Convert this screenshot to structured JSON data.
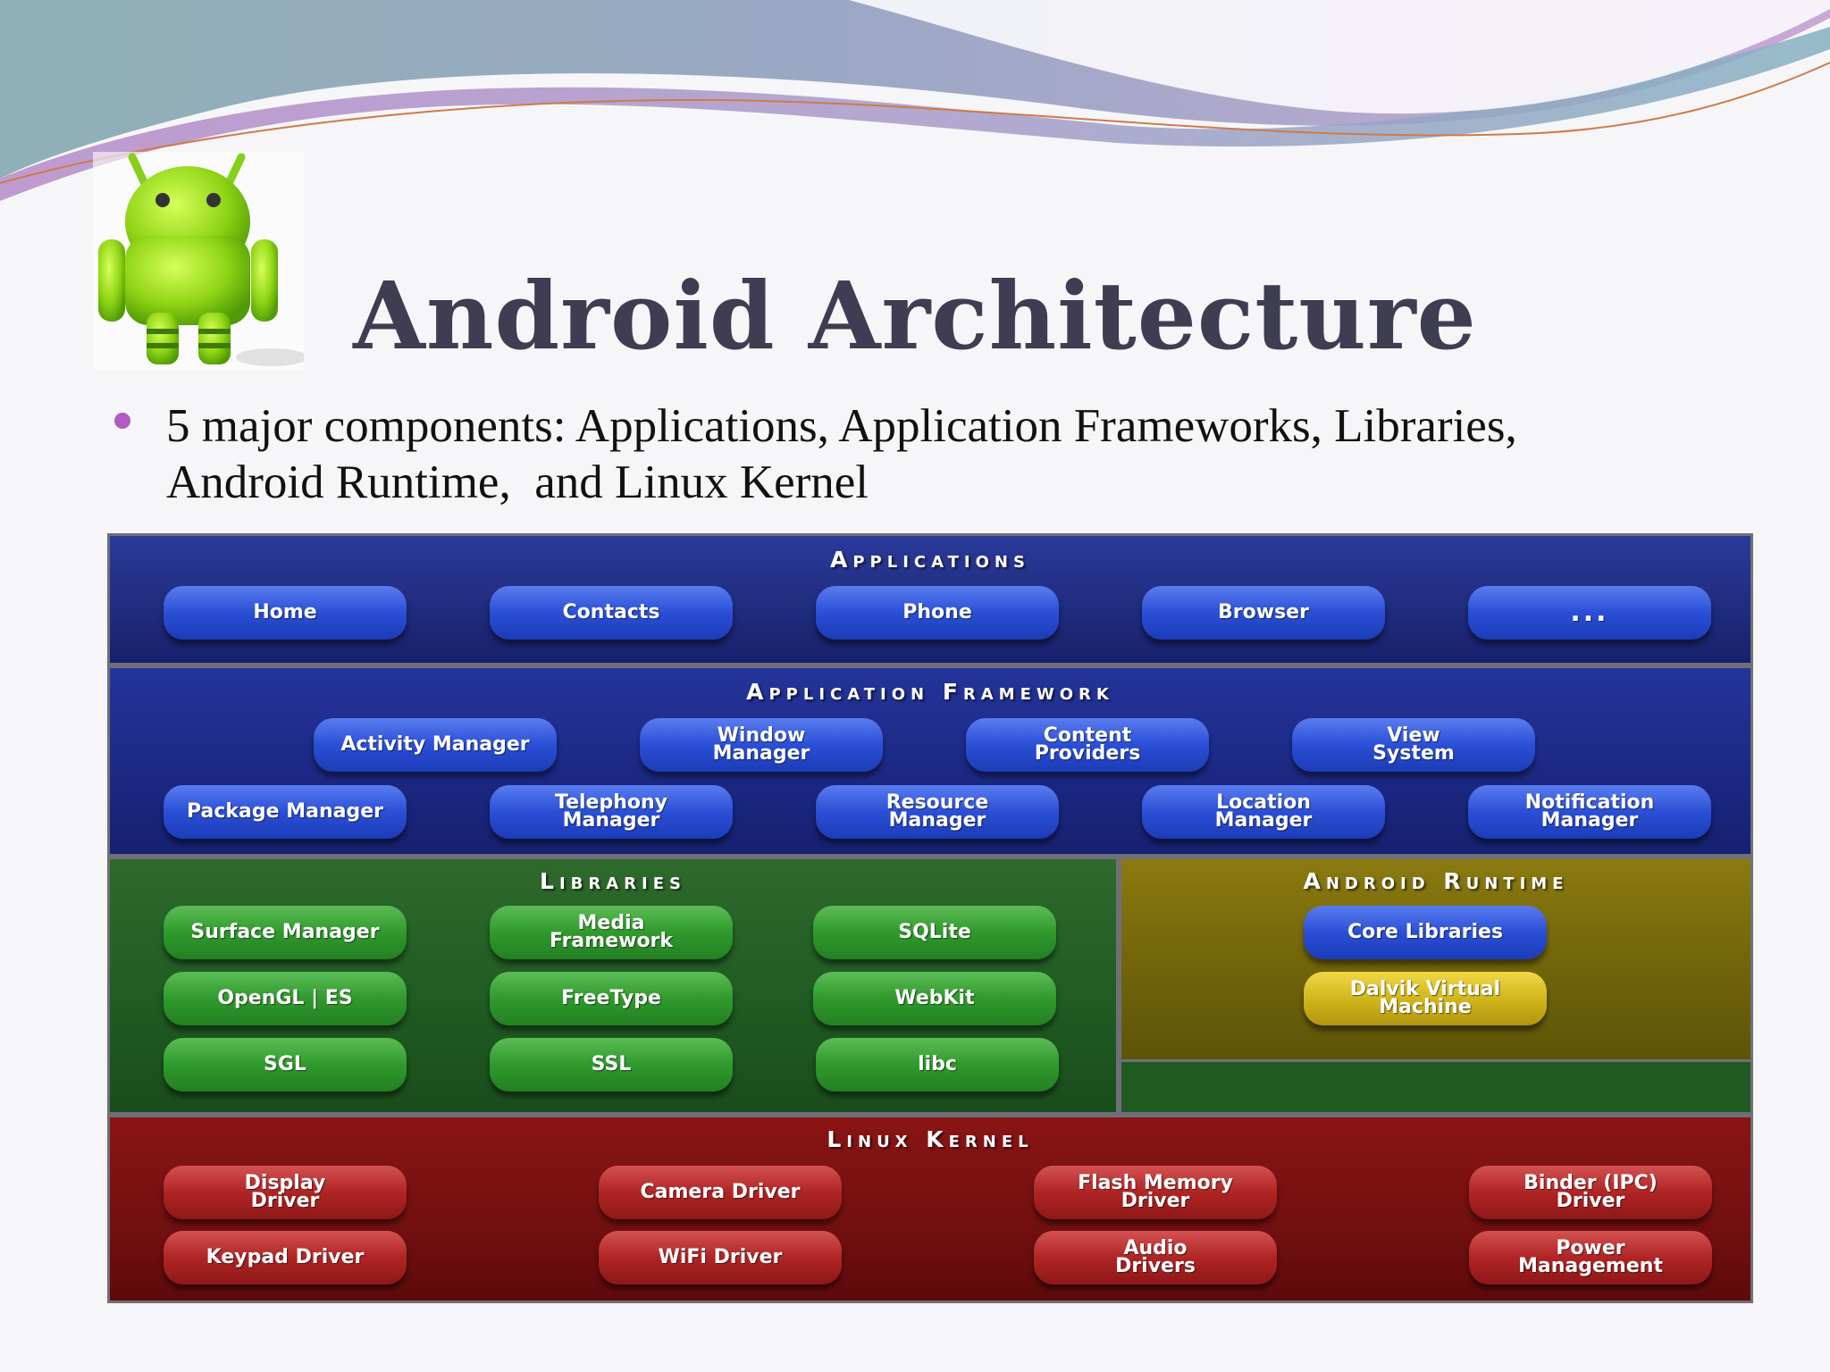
{
  "slide": {
    "title": "Android Architecture",
    "bullet": "5 major components: Applications, Application Frameworks, Libraries,\nAndroid Runtime,  and Linux Kernel"
  },
  "diagram": {
    "applications": {
      "title": "Applications",
      "items": [
        "Home",
        "Contacts",
        "Phone",
        "Browser",
        "..."
      ]
    },
    "framework": {
      "title": "Application Framework",
      "items": [
        "Activity Manager",
        "Window\nManager",
        "Content\nProviders",
        "View\nSystem",
        "Package Manager",
        "Telephony\nManager",
        "Resource\nManager",
        "Location\nManager",
        "Notification\nManager"
      ]
    },
    "libraries": {
      "title": "Libraries",
      "items": [
        "Surface Manager",
        "Media\nFramework",
        "SQLite",
        "OpenGL | ES",
        "FreeType",
        "WebKit",
        "SGL",
        "SSL",
        "libc"
      ]
    },
    "runtime": {
      "title": "Android Runtime",
      "items": [
        "Core Libraries",
        "Dalvik Virtual\nMachine"
      ]
    },
    "kernel": {
      "title": "Linux Kernel",
      "items": [
        "Display\nDriver",
        "Camera Driver",
        "Flash Memory\nDriver",
        "Binder (IPC)\nDriver",
        "Keypad Driver",
        "WiFi Driver",
        "Audio\nDrivers",
        "Power\nManagement"
      ]
    }
  },
  "colors": {
    "title_text": "#3e3d52",
    "bullet_dot": "#b05cc0",
    "applications_bg": "#1f2b7c",
    "libraries_bg": "#1f5a22",
    "runtime_bg": "#6e620a",
    "kernel_bg": "#721010"
  },
  "icons": {
    "mascot": "android-robot-icon",
    "bullet": "bullet-dot-icon"
  }
}
